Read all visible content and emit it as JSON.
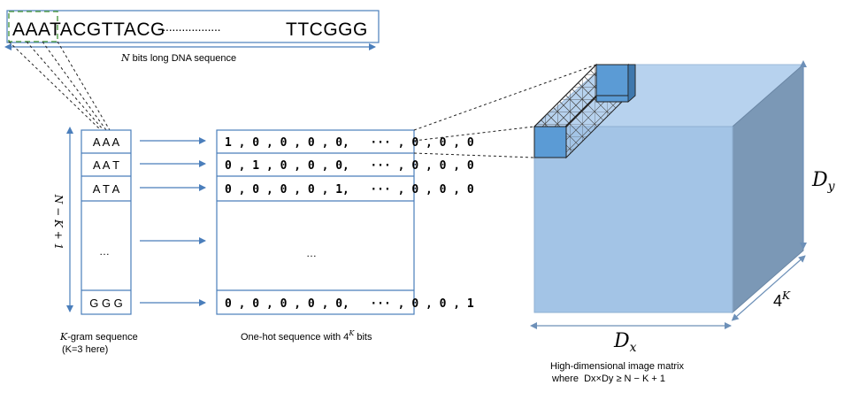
{
  "dna": {
    "seq_head": "AAATACGTTACG",
    "seq_dots": "··················",
    "seq_tail": "TTCGGG",
    "caption_var": "N",
    "caption_rest": " bits long DNA sequence"
  },
  "kgram": {
    "side_label": "N − K + 1",
    "rows": [
      "A A A",
      "A A T",
      "A T A",
      "…",
      "G G G"
    ],
    "caption_var": "K",
    "caption_rest": "-gram sequence",
    "caption_line2": "(K=3 here)"
  },
  "onehot": {
    "rows": [
      "1 , 0 , 0 , 0 , 0,   ··· , 0 , 0 , 0",
      "0 , 1 , 0 , 0 , 0,   ··· , 0 , 0 , 0",
      "0 , 0 , 0 , 0 , 1,   ··· , 0 , 0 , 0",
      "…",
      "0 , 0 , 0 , 0 , 0,   ··· , 0 , 0 , 1"
    ],
    "caption_main": "One-hot sequence with 4",
    "caption_sup": "K",
    "caption_tail": " bits"
  },
  "cube": {
    "dy_base": "D",
    "dy_sub": "y",
    "dx_base": "D",
    "dx_sub": "x",
    "depth_base": "4",
    "depth_sup": "K",
    "caption_line1": "High-dimensional image matrix",
    "caption_line2": "where  Dx×Dy ≥ N − K + 1"
  },
  "colors": {
    "blue_line": "#4a7ebb",
    "cube_front": "#a3c4e6",
    "cube_top": "#b7d2ee",
    "cube_side": "#7b98b6",
    "dashed_green": "#5aa050",
    "small_cube": "#5b9bd5"
  }
}
